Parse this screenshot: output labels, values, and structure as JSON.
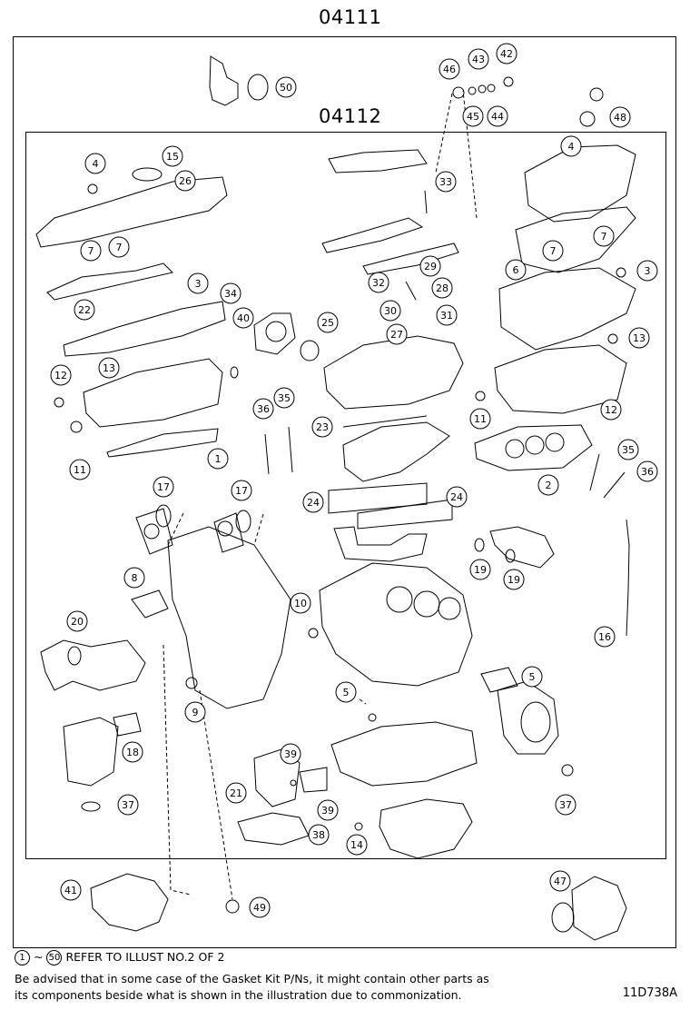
{
  "header": {
    "assembly_outer": "04111",
    "assembly_inner": "04112"
  },
  "callouts": [
    {
      "num": "50"
    },
    {
      "num": "46"
    },
    {
      "num": "43"
    },
    {
      "num": "42"
    },
    {
      "num": "45"
    },
    {
      "num": "44"
    },
    {
      "num": "48"
    },
    {
      "num": "4"
    },
    {
      "num": "15"
    },
    {
      "num": "26"
    },
    {
      "num": "33"
    },
    {
      "num": "4"
    },
    {
      "num": "7"
    },
    {
      "num": "7"
    },
    {
      "num": "7"
    },
    {
      "num": "7"
    },
    {
      "num": "29"
    },
    {
      "num": "6"
    },
    {
      "num": "3"
    },
    {
      "num": "3"
    },
    {
      "num": "32"
    },
    {
      "num": "28"
    },
    {
      "num": "22"
    },
    {
      "num": "34"
    },
    {
      "num": "40"
    },
    {
      "num": "30"
    },
    {
      "num": "31"
    },
    {
      "num": "25"
    },
    {
      "num": "27"
    },
    {
      "num": "13"
    },
    {
      "num": "13"
    },
    {
      "num": "12"
    },
    {
      "num": "36"
    },
    {
      "num": "35"
    },
    {
      "num": "11"
    },
    {
      "num": "12"
    },
    {
      "num": "23"
    },
    {
      "num": "11"
    },
    {
      "num": "1"
    },
    {
      "num": "35"
    },
    {
      "num": "2"
    },
    {
      "num": "36"
    },
    {
      "num": "17"
    },
    {
      "num": "17"
    },
    {
      "num": "24"
    },
    {
      "num": "24"
    },
    {
      "num": "19"
    },
    {
      "num": "19"
    },
    {
      "num": "8"
    },
    {
      "num": "10"
    },
    {
      "num": "20"
    },
    {
      "num": "16"
    },
    {
      "num": "5"
    },
    {
      "num": "18"
    },
    {
      "num": "9"
    },
    {
      "num": "5"
    },
    {
      "num": "39"
    },
    {
      "num": "21"
    },
    {
      "num": "39"
    },
    {
      "num": "37"
    },
    {
      "num": "37"
    },
    {
      "num": "38"
    },
    {
      "num": "14"
    },
    {
      "num": "41"
    },
    {
      "num": "49"
    },
    {
      "num": "47"
    }
  ],
  "footer": {
    "range_start": "1",
    "range_sep": "~",
    "range_end": "50",
    "refer_text": "REFER TO ILLUST NO.2 OF 2",
    "note_line1": "Be advised that in some case of the Gasket Kit P/Ns,  it might contain other parts as",
    "note_line2": "its components beside what is shown in the illustration due to commonization.",
    "illustration_code": "11D738A"
  }
}
